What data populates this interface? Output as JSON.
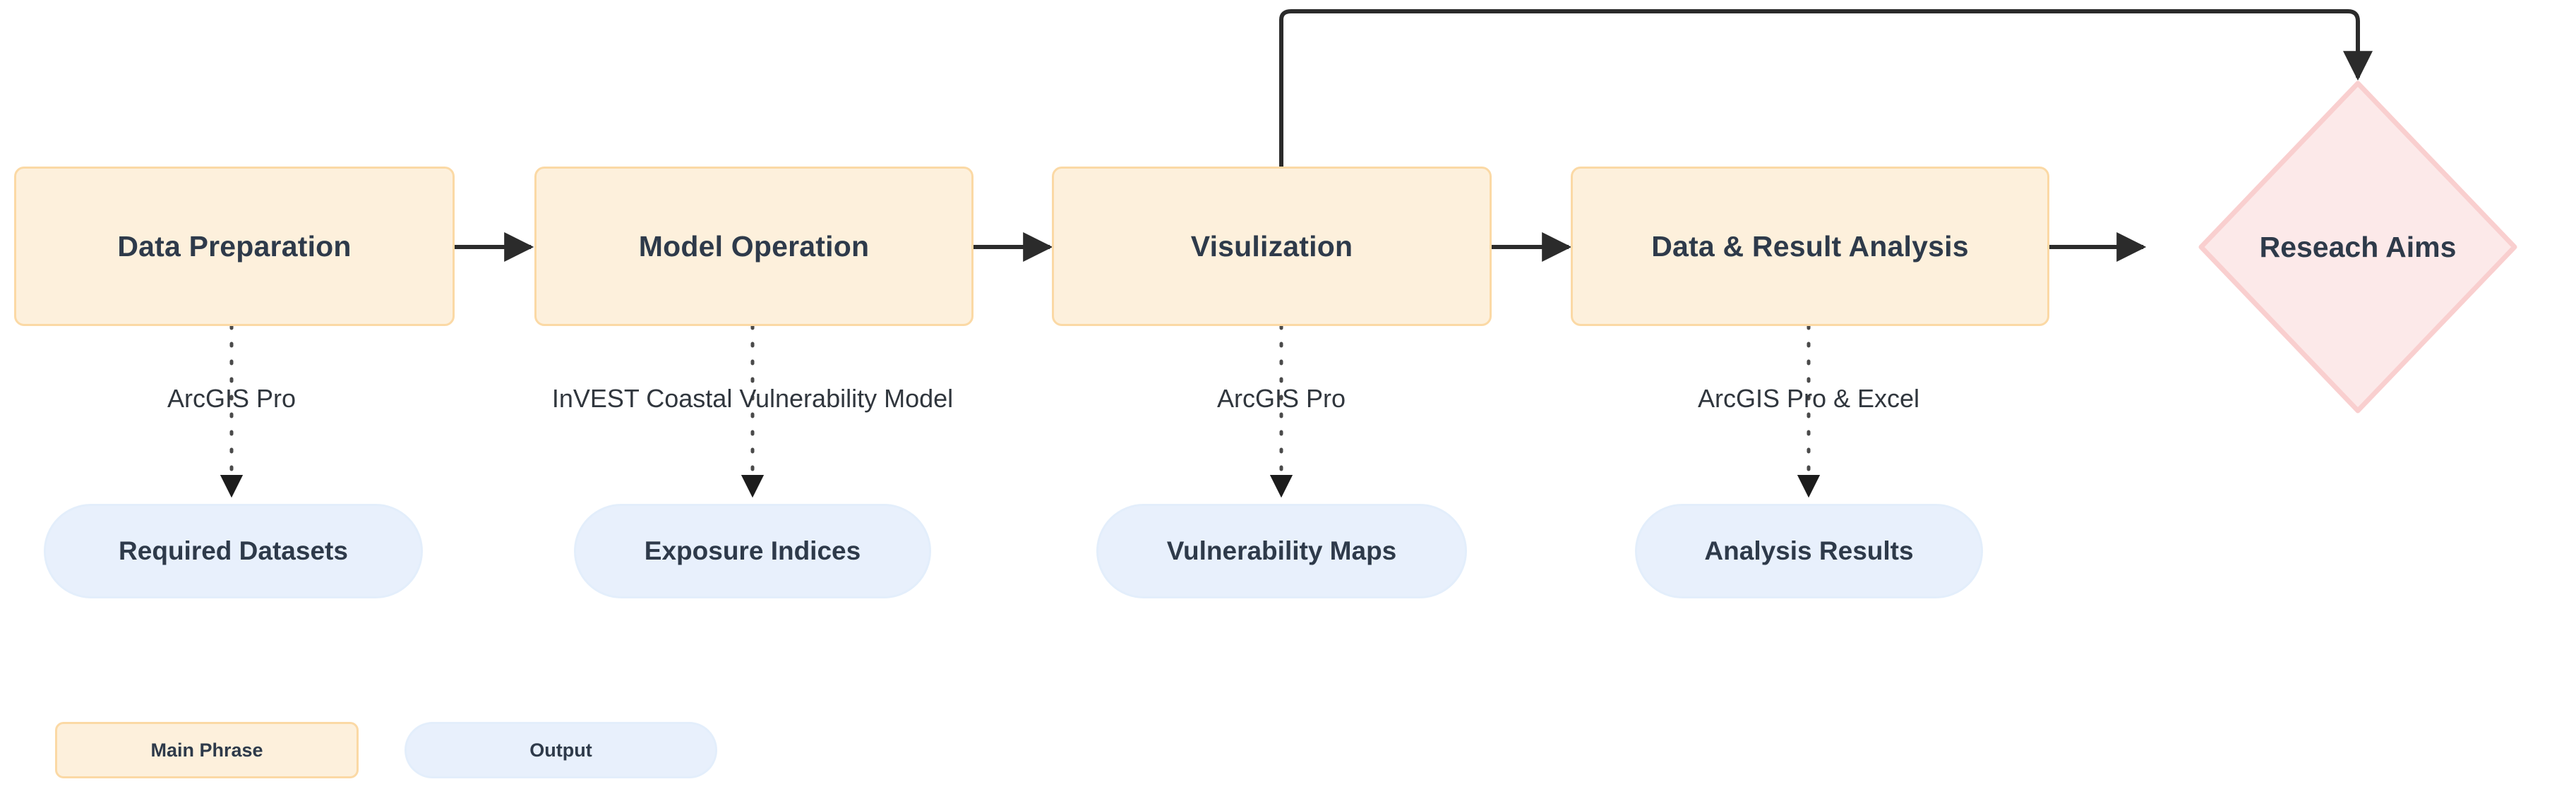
{
  "diagram": {
    "title_present": false,
    "colors": {
      "main_phrase_fill": "#FDF0DC",
      "main_phrase_stroke": "#FBD9A5",
      "output_fill": "#E8F0FC",
      "output_stroke": "#E3EEFB",
      "aims_fill": "#FCE9E9",
      "aims_stroke": "#F9CFCF",
      "text": "#2E3A4A",
      "edge": "#333333",
      "background": "#FFFFFF"
    },
    "main_phrases": [
      {
        "id": "data-preparation",
        "label": "Data Preparation"
      },
      {
        "id": "model-operation",
        "label": "Model Operation"
      },
      {
        "id": "visulization",
        "label": "Visulization"
      },
      {
        "id": "data-result-analysis",
        "label": "Data & Result Analysis"
      }
    ],
    "goal": {
      "id": "reseach-aims",
      "label": "Reseach Aims",
      "shape": "diamond"
    },
    "tool_labels": [
      {
        "id": "tool-data-preparation",
        "label": "ArcGIS Pro"
      },
      {
        "id": "tool-model-operation",
        "label": "InVEST Coastal Vulnerability Model"
      },
      {
        "id": "tool-visulization",
        "label": "ArcGIS Pro"
      },
      {
        "id": "tool-data-result-analysis",
        "label": "ArcGIS Pro & Excel"
      }
    ],
    "outputs": [
      {
        "id": "required-datasets",
        "label": "Required Datasets"
      },
      {
        "id": "exposure-indices",
        "label": "Exposure Indices"
      },
      {
        "id": "vulnerability-maps",
        "label": "Vulnerability Maps"
      },
      {
        "id": "analysis-results",
        "label": "Analysis Results"
      }
    ],
    "legend": [
      {
        "id": "legend-main-phrase",
        "label": "Main Phrase",
        "shape": "rounded-rect"
      },
      {
        "id": "legend-output",
        "label": "Output",
        "shape": "pill"
      }
    ]
  }
}
